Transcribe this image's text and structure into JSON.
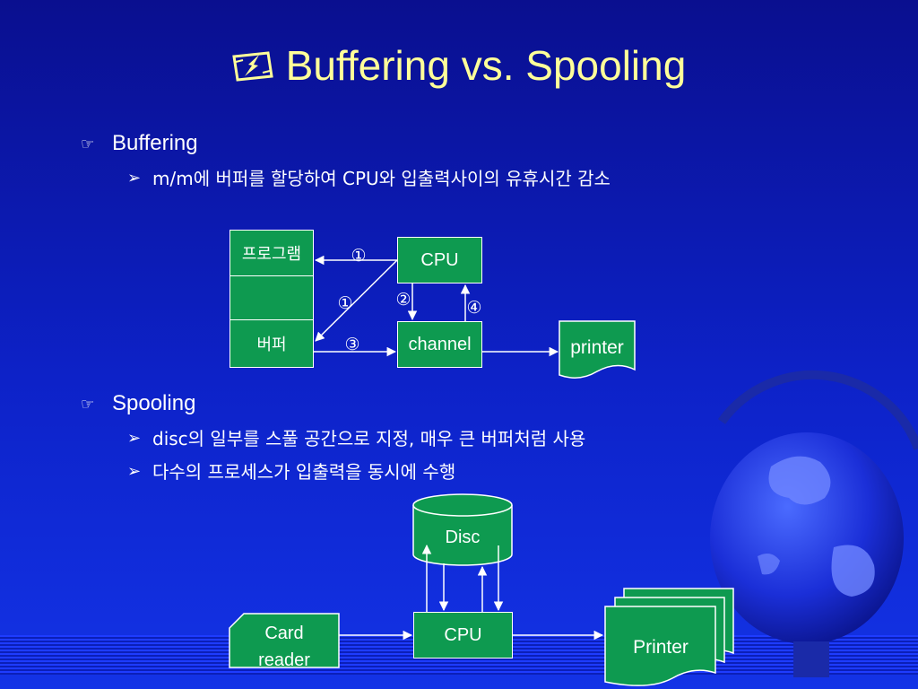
{
  "slide": {
    "title": "Buffering vs. Spooling",
    "title_icon": "lightning-icon",
    "bullets": {
      "b1": {
        "label": "Buffering",
        "icon": "pointing-hand-icon"
      },
      "b1_sub1": {
        "text": "m/m에 버퍼를 할당하여 CPU와 입출력사이의 유휴시간 감소",
        "icon": "arrowhead-icon"
      },
      "b2": {
        "label": "Spooling",
        "icon": "pointing-hand-icon"
      },
      "b2_sub1": {
        "text": "disc의 일부를 스풀 공간으로 지정, 매우 큰 버퍼처럼 사용",
        "icon": "arrowhead-icon"
      },
      "b2_sub2": {
        "text": "다수의 프로세스가 입출력을 동시에 수행",
        "icon": "arrowhead-icon"
      }
    }
  },
  "buffering_diagram": {
    "program": "프로그램",
    "buffer": "버퍼",
    "cpu": "CPU",
    "channel": "channel",
    "printer": "printer",
    "step1": "①",
    "step2": "②",
    "step3": "③",
    "step4": "④"
  },
  "spooling_diagram": {
    "disc": "Disc",
    "cpu": "CPU",
    "card_reader": "Card reader",
    "printer": "Printer"
  },
  "colors": {
    "background": "#0d22c8",
    "title": "#ffff99",
    "box_fill": "#0e9a50",
    "text": "#ffffff"
  }
}
